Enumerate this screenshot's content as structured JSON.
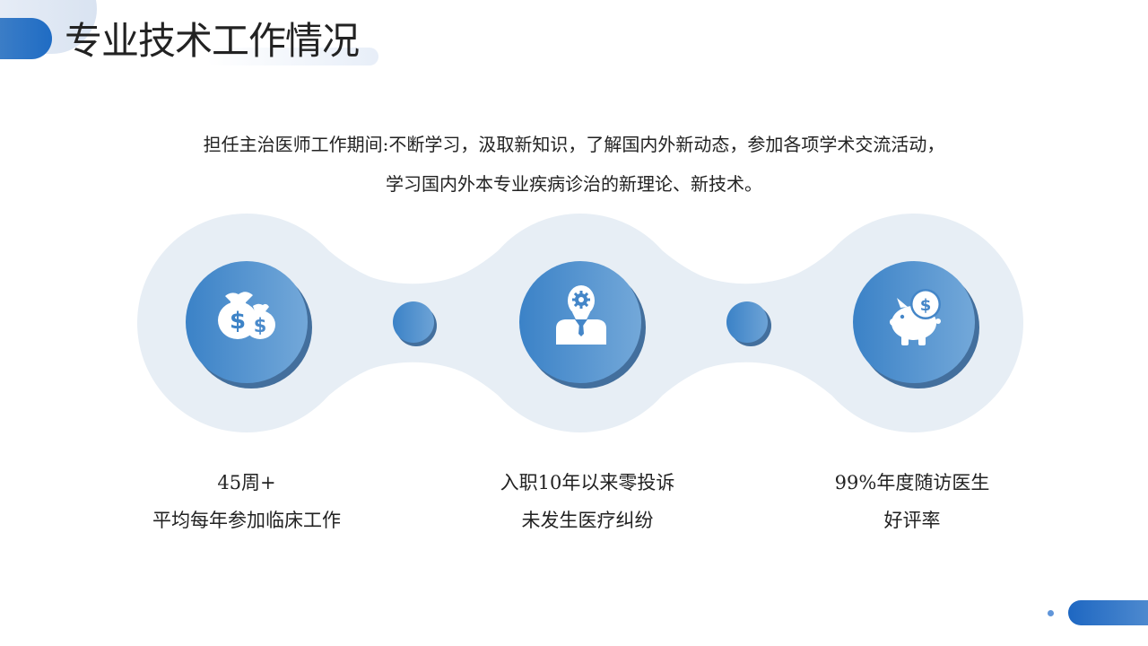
{
  "header": {
    "title": "专业技术工作情况"
  },
  "intro": {
    "line1": "担任主治医师工作期间:不断学习，汲取新知识，了解国内外新动态，参加各项学术交流活动，",
    "line2": "学习国内外本专业疾病诊治的新理论、新技术。"
  },
  "items": [
    {
      "icon": "money-bags-icon",
      "line1": "45周+",
      "line2": "平均每年参加临床工作"
    },
    {
      "icon": "doctor-gear-icon",
      "line1": "入职10年以来零投诉",
      "line2": "未发生医疗纠纷"
    },
    {
      "icon": "piggy-bank-icon",
      "line1": "99%年度随访医生",
      "line2": "好评率"
    }
  ],
  "colors": {
    "accent": "#3f84c8",
    "accent_light": "#6ea6d8",
    "shadow": "#3f6d9e",
    "blob": "#e7eef5",
    "title_pill": "#1f6cc4"
  }
}
